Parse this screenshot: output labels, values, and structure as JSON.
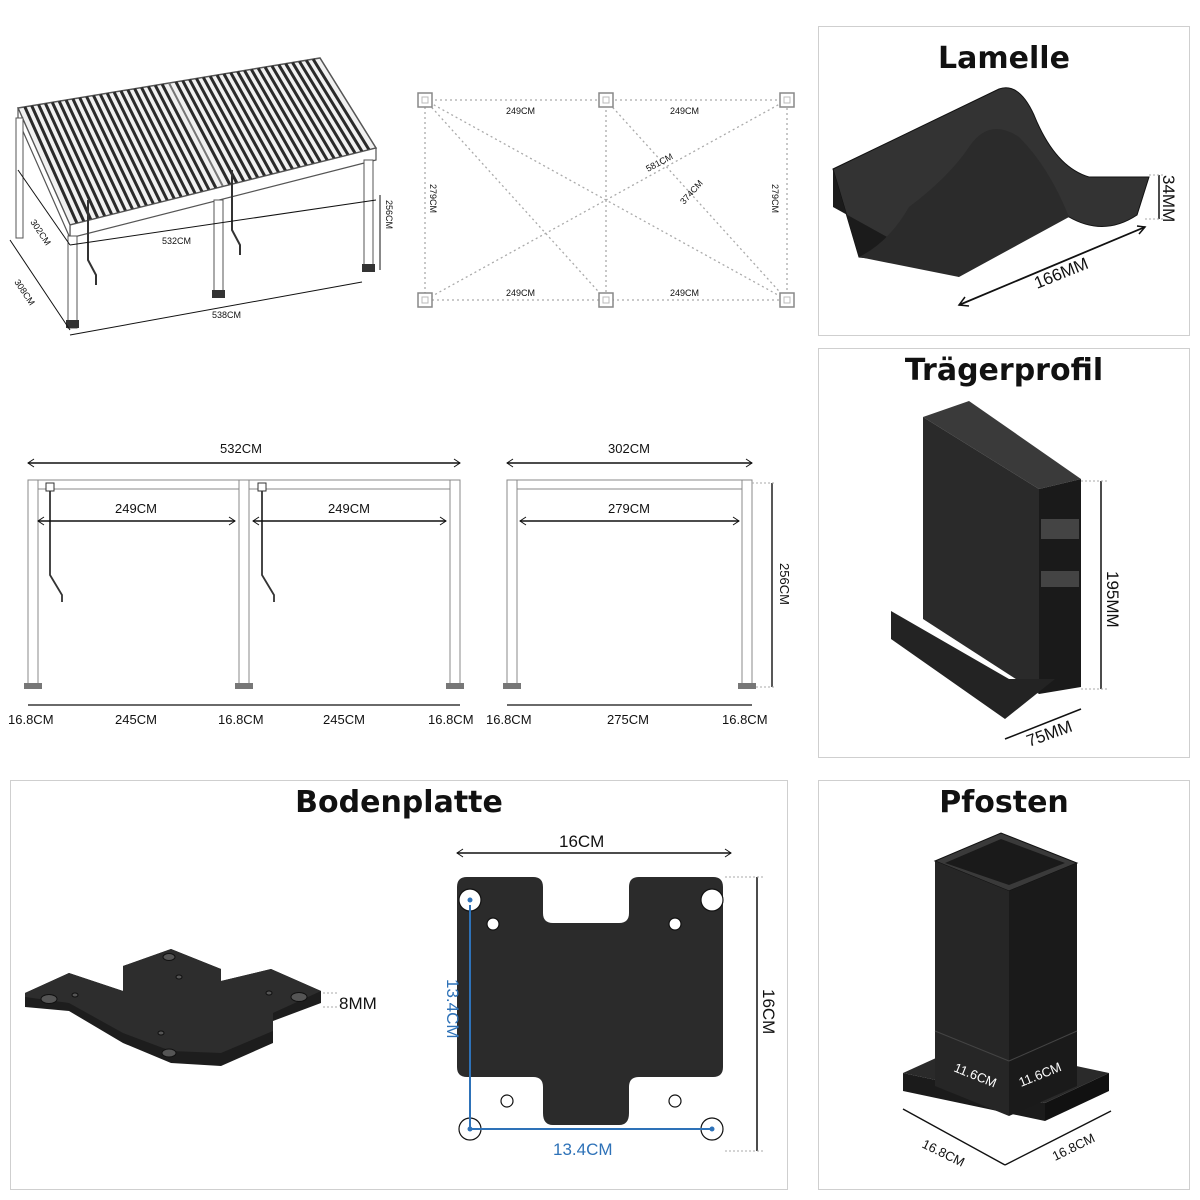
{
  "colors": {
    "profile": "#222222",
    "line": "#111111",
    "blue_dimension": "#2e72b8",
    "dotted": "#aaaaaa",
    "frame": "#8a8a8a",
    "panel_border": "#cfcfcf"
  },
  "isometric_view": {
    "depth_top": "302CM",
    "depth_bottom": "308CM",
    "width_inner": "532CM",
    "width_outer": "538CM",
    "height": "256CM"
  },
  "top_view": {
    "top_left_span": "249CM",
    "top_right_span": "249CM",
    "bottom_left_span": "249CM",
    "bottom_right_span": "249CM",
    "left_depth": "279CM",
    "right_depth": "279CM",
    "diagonal_long": "581CM",
    "diagonal_short": "374CM"
  },
  "front_view": {
    "overall_width": "532CM",
    "inner_left": "249CM",
    "inner_right": "249CM",
    "post_left": "16.8CM",
    "gap_left": "245CM",
    "post_middle": "16.8CM",
    "gap_right": "245CM",
    "post_right": "16.8CM"
  },
  "side_view": {
    "overall_width": "302CM",
    "inner": "279CM",
    "height": "256CM",
    "post_left": "16.8CM",
    "gap": "275CM",
    "post_right": "16.8CM"
  },
  "lamelle": {
    "title": "Lamelle",
    "height": "34MM",
    "width": "166MM"
  },
  "traegerprofil": {
    "title": "Trägerprofil",
    "height": "195MM",
    "width": "75MM"
  },
  "bodenplatte": {
    "title": "Bodenplatte",
    "thickness": "8MM",
    "width": "16CM",
    "height": "16CM",
    "hole_spacing_vertical": "13.4CM",
    "hole_spacing_horizontal": "13.4CM"
  },
  "pfosten": {
    "title": "Pfosten",
    "inner_left": "11.6CM",
    "inner_right": "11.6CM",
    "base_left": "16.8CM",
    "base_right": "16.8CM"
  }
}
